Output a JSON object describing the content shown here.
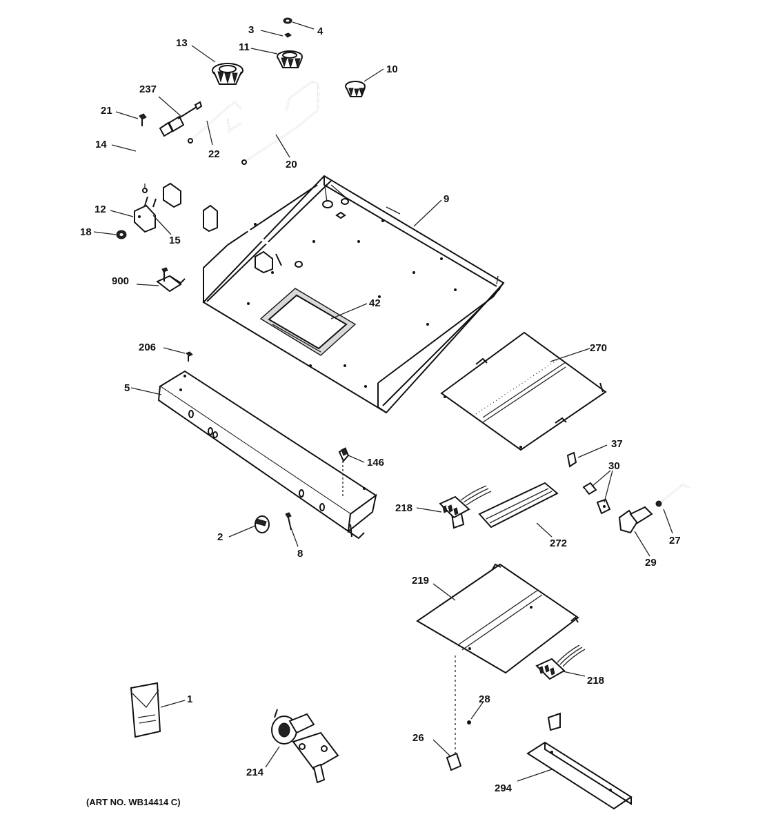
{
  "caption": "(ART NO. WB14414 C)",
  "callouts": {
    "p1": "1",
    "p2": "2",
    "p3": "3",
    "p4": "4",
    "p5": "5",
    "p8": "8",
    "p9": "9",
    "p10": "10",
    "p11": "11",
    "p12": "12",
    "p13": "13",
    "p14": "14",
    "p15": "15",
    "p18": "18",
    "p20": "20",
    "p21": "21",
    "p22": "22",
    "p26": "26",
    "p27": "27",
    "p28": "28",
    "p29": "29",
    "p30": "30",
    "p37": "37",
    "p42": "42",
    "p146": "146",
    "p206": "206",
    "p214": "214",
    "p218a": "218",
    "p218b": "218",
    "p219": "219",
    "p237": "237",
    "p270": "270",
    "p272": "272",
    "p294": "294",
    "p900": "900"
  }
}
